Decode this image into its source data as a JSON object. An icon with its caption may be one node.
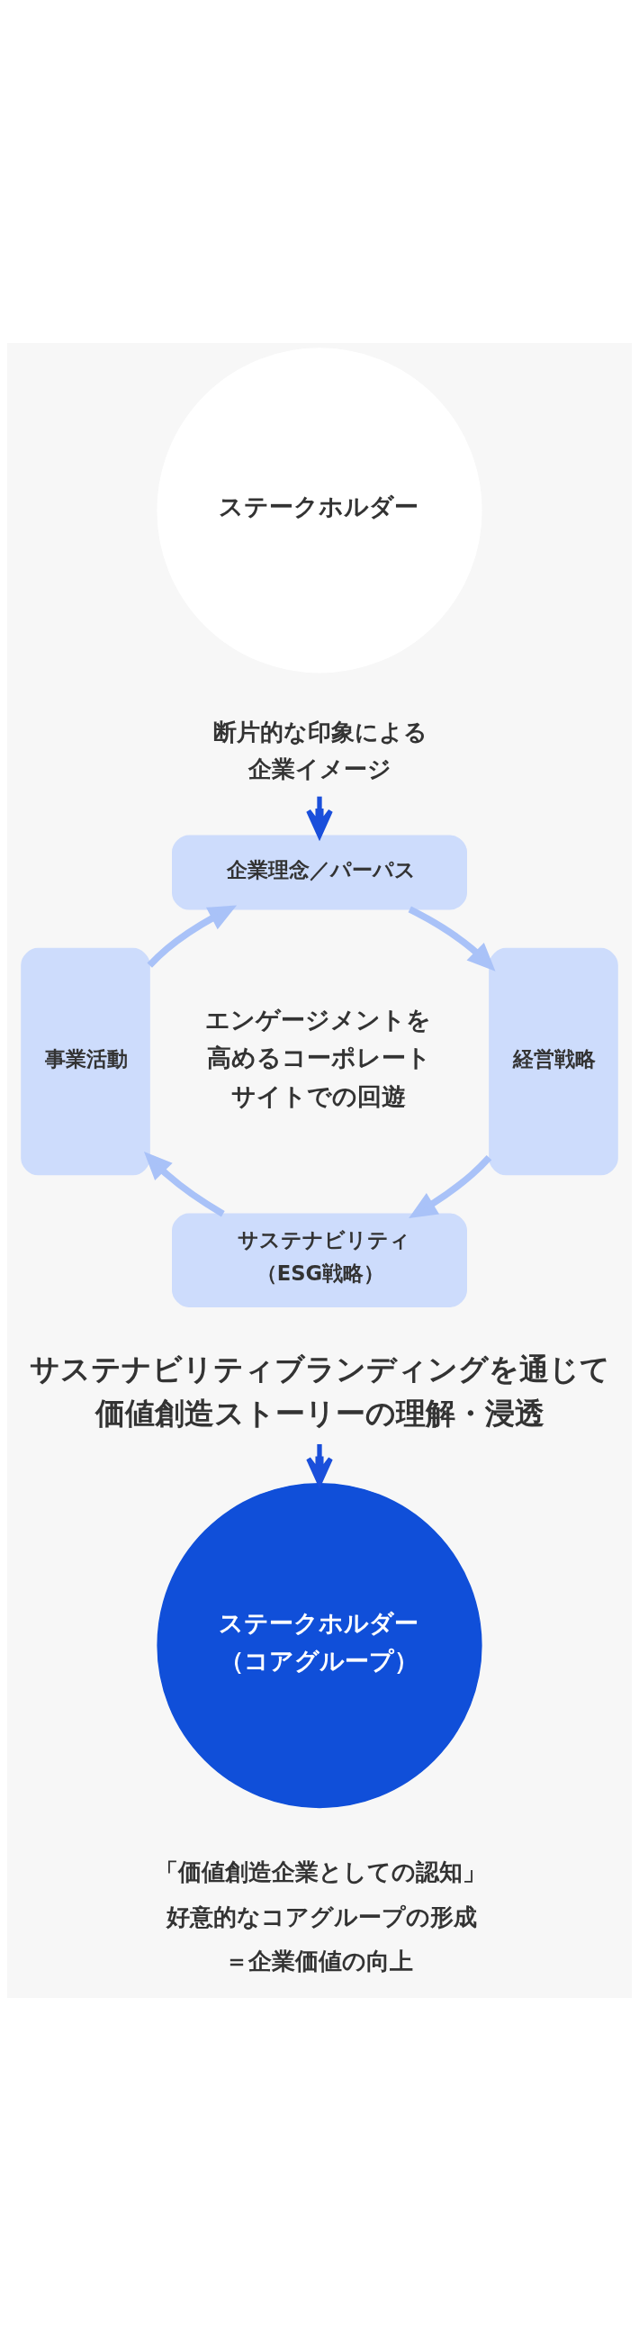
{
  "diagram": {
    "nodes": [
      {
        "text": [
          "ステークホルダー"
        ]
      },
      {
        "text": [
          "断片的な印象による企業イメージ"
        ]
      },
      {
        "text": [
          "企業理念／パーパス"
        ]
      },
      {
        "text": [
          "事業活動"
        ]
      },
      {
        "text": [
          "エンゲージメントを高めるコーポレートサイトでの回遊"
        ]
      },
      {
        "text": [
          "経営戦略"
        ]
      },
      {
        "text": [
          "サステナビリティ（ESG戦略）"
        ]
      },
      {
        "text": [
          "サステナビリティブランディングを通じて価値創造ストーリーの理解・浸透"
        ]
      },
      {
        "text": [
          "ステークホルダー（コアグループ）"
        ],
        "beside": [
          "「価値創造企業としての認知」",
          "好意的なコアグループの形成",
          "＝企業価値の向上"
        ]
      }
    ],
    "edges": [
      {
        "from": 1,
        "to": 2,
        "arrow": "to",
        "color": "#1a4fdb"
      },
      {
        "from": 2,
        "to": 5,
        "arrow": "to"
      },
      {
        "from": 5,
        "to": 6,
        "arrow": "to"
      },
      {
        "from": 6,
        "to": 3,
        "arrow": "to"
      },
      {
        "from": 3,
        "to": 2,
        "arrow": "to"
      },
      {
        "from": 7,
        "to": 8,
        "arrow": "to",
        "color": "#1a4fdb"
      }
    ]
  }
}
